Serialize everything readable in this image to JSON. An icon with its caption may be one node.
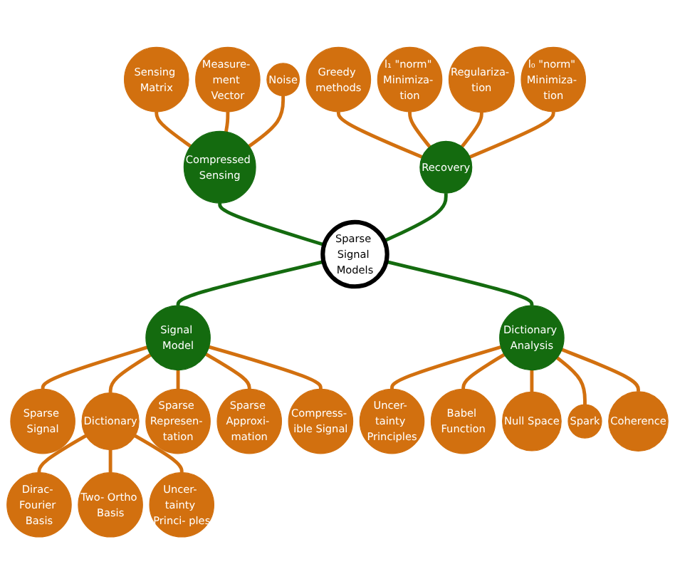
{
  "diagram": {
    "nodes": [
      {
        "text": [
          "Sparse Signal Models"
        ]
      },
      {
        "text": [
          "Compressed Sensing"
        ]
      },
      {
        "text": [
          "Sensing Matrix"
        ]
      },
      {
        "text": [
          "Measure- ment Vector"
        ]
      },
      {
        "text": [
          "Noise"
        ]
      },
      {
        "text": [
          "Recovery"
        ]
      },
      {
        "text": [
          "Greedy methods"
        ]
      },
      {
        "text": [
          "l₁ \"norm\" Minimiza- tion"
        ]
      },
      {
        "text": [
          "Regulariza- tion"
        ]
      },
      {
        "text": [
          "l₀ \"norm\" Minimiza- tion"
        ]
      },
      {
        "text": [
          "Signal Model"
        ]
      },
      {
        "text": [
          "Sparse Signal"
        ]
      },
      {
        "text": [
          "Dictionary"
        ]
      },
      {
        "text": [
          "Dirac- Fourier Basis"
        ]
      },
      {
        "text": [
          "Two- Ortho Basis"
        ]
      },
      {
        "text": [
          "Uncer- tainty Princi- ples"
        ]
      },
      {
        "text": [
          "Sparse Represen- tation"
        ]
      },
      {
        "text": [
          "Sparse Approxi- mation"
        ]
      },
      {
        "text": [
          "Compress- ible Signal"
        ]
      },
      {
        "text": [
          "Dictionary Analysis"
        ]
      },
      {
        "text": [
          "Uncer- tainty Principles"
        ]
      },
      {
        "text": [
          "Babel Function"
        ]
      },
      {
        "text": [
          "Null Space"
        ]
      },
      {
        "text": [
          "Spark"
        ]
      },
      {
        "text": [
          "Coherence"
        ]
      }
    ],
    "edges": [
      {
        "from": 2,
        "to": 1,
        "arrow": "none"
      },
      {
        "from": 3,
        "to": 1,
        "arrow": "none"
      },
      {
        "from": 4,
        "to": 1,
        "arrow": "none"
      },
      {
        "from": 6,
        "to": 5,
        "arrow": "none"
      },
      {
        "from": 7,
        "to": 5,
        "arrow": "none"
      },
      {
        "from": 8,
        "to": 5,
        "arrow": "none"
      },
      {
        "from": 9,
        "to": 5,
        "arrow": "none"
      },
      {
        "from": 1,
        "to": 0,
        "arrow": "none",
        "color": "#146b0f"
      },
      {
        "from": 5,
        "to": 0,
        "arrow": "none",
        "color": "#146b0f"
      },
      {
        "from": 0,
        "to": 10,
        "arrow": "none",
        "color": "#146b0f"
      },
      {
        "from": 0,
        "to": 19,
        "arrow": "none",
        "color": "#146b0f"
      },
      {
        "from": 10,
        "to": 11,
        "arrow": "none"
      },
      {
        "from": 10,
        "to": 12,
        "arrow": "none"
      },
      {
        "from": 12,
        "to": 13,
        "arrow": "none"
      },
      {
        "from": 12,
        "to": 14,
        "arrow": "none"
      },
      {
        "from": 12,
        "to": 15,
        "arrow": "none"
      },
      {
        "from": 10,
        "to": 16,
        "arrow": "none"
      },
      {
        "from": 10,
        "to": 17,
        "arrow": "none"
      },
      {
        "from": 10,
        "to": 18,
        "arrow": "none"
      },
      {
        "from": 19,
        "to": 20,
        "arrow": "none"
      },
      {
        "from": 19,
        "to": 21,
        "arrow": "none"
      },
      {
        "from": 19,
        "to": 22,
        "arrow": "none"
      },
      {
        "from": 19,
        "to": 23,
        "arrow": "none"
      },
      {
        "from": 19,
        "to": 24,
        "arrow": "none"
      }
    ]
  }
}
